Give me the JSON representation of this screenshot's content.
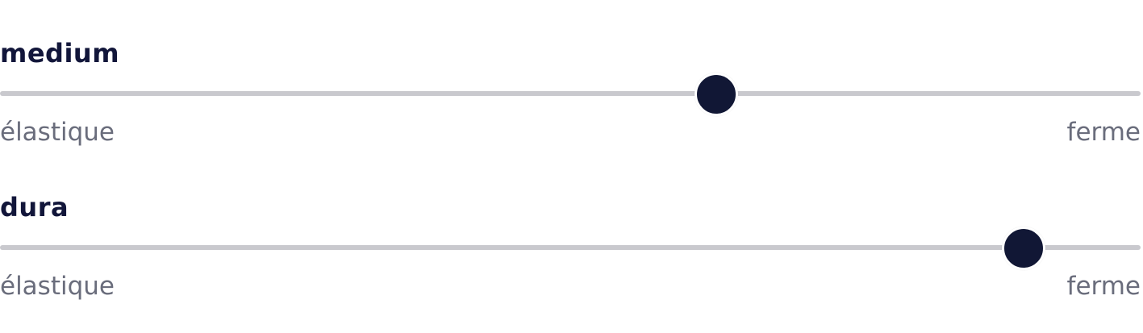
{
  "sliders": [
    {
      "title": "medium",
      "min_label": "élastique",
      "max_label": "ferme",
      "value": 0.633
    },
    {
      "title": "dura",
      "min_label": "élastique",
      "max_label": "ferme",
      "value": 0.913
    }
  ],
  "colors": {
    "thumb": "#111735",
    "track": "#c9c9ce",
    "title": "#12163a",
    "label": "#6a6d7c"
  }
}
